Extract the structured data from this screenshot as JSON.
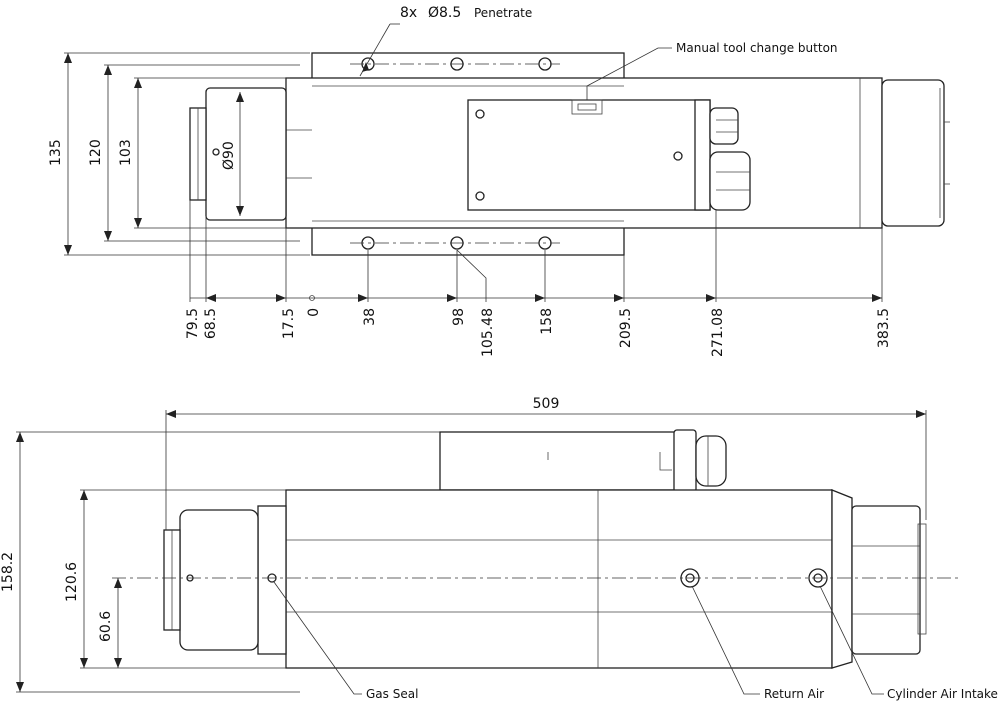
{
  "top_view": {
    "hole_note": {
      "count": "8x",
      "diameter": "Ø8.5",
      "note": "Penetrate"
    },
    "button_callout": "Manual tool change button",
    "nozzle_diameter": "Ø90",
    "vertical_dims": [
      "135",
      "120",
      "103"
    ],
    "horizontal_dims": [
      "79.5",
      "68.5",
      "17.5",
      "0",
      "38",
      "98",
      "105.48",
      "158",
      "209.5",
      "271.08",
      "383.5"
    ]
  },
  "side_view": {
    "overall_length": "509",
    "vertical_dims": [
      "158.2",
      "120.6",
      "60.6"
    ],
    "callouts": {
      "gas_seal": "Gas Seal",
      "return_air": "Return Air",
      "cylinder_air_intake": "Cylinder Air Intake"
    }
  }
}
